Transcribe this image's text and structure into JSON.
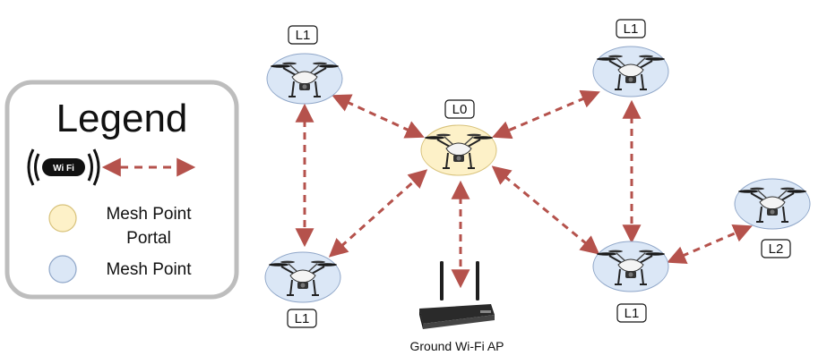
{
  "legend": {
    "title": "Legend",
    "wifi_badge": "Wi Fi",
    "portal_label_line1": "Mesh Point",
    "portal_label_line2": "Portal",
    "point_label": "Mesh Point"
  },
  "colors": {
    "portal_fill": "#fdf1c8",
    "portal_stroke": "#d8c27a",
    "point_fill": "#dbe7f6",
    "point_stroke": "#8fa6c8",
    "link": "#b5524c",
    "legend_border": "#bdbdbd"
  },
  "nodes": {
    "l0": {
      "label": "L0",
      "kind": "portal"
    },
    "l1_top_left": {
      "label": "L1",
      "kind": "point"
    },
    "l1_top_right": {
      "label": "L1",
      "kind": "point"
    },
    "l1_bottom_left": {
      "label": "L1",
      "kind": "point"
    },
    "l1_bottom_right": {
      "label": "L1",
      "kind": "point"
    },
    "l2": {
      "label": "L2",
      "kind": "point"
    }
  },
  "access_point": {
    "label": "Ground Wi-Fi AP"
  }
}
